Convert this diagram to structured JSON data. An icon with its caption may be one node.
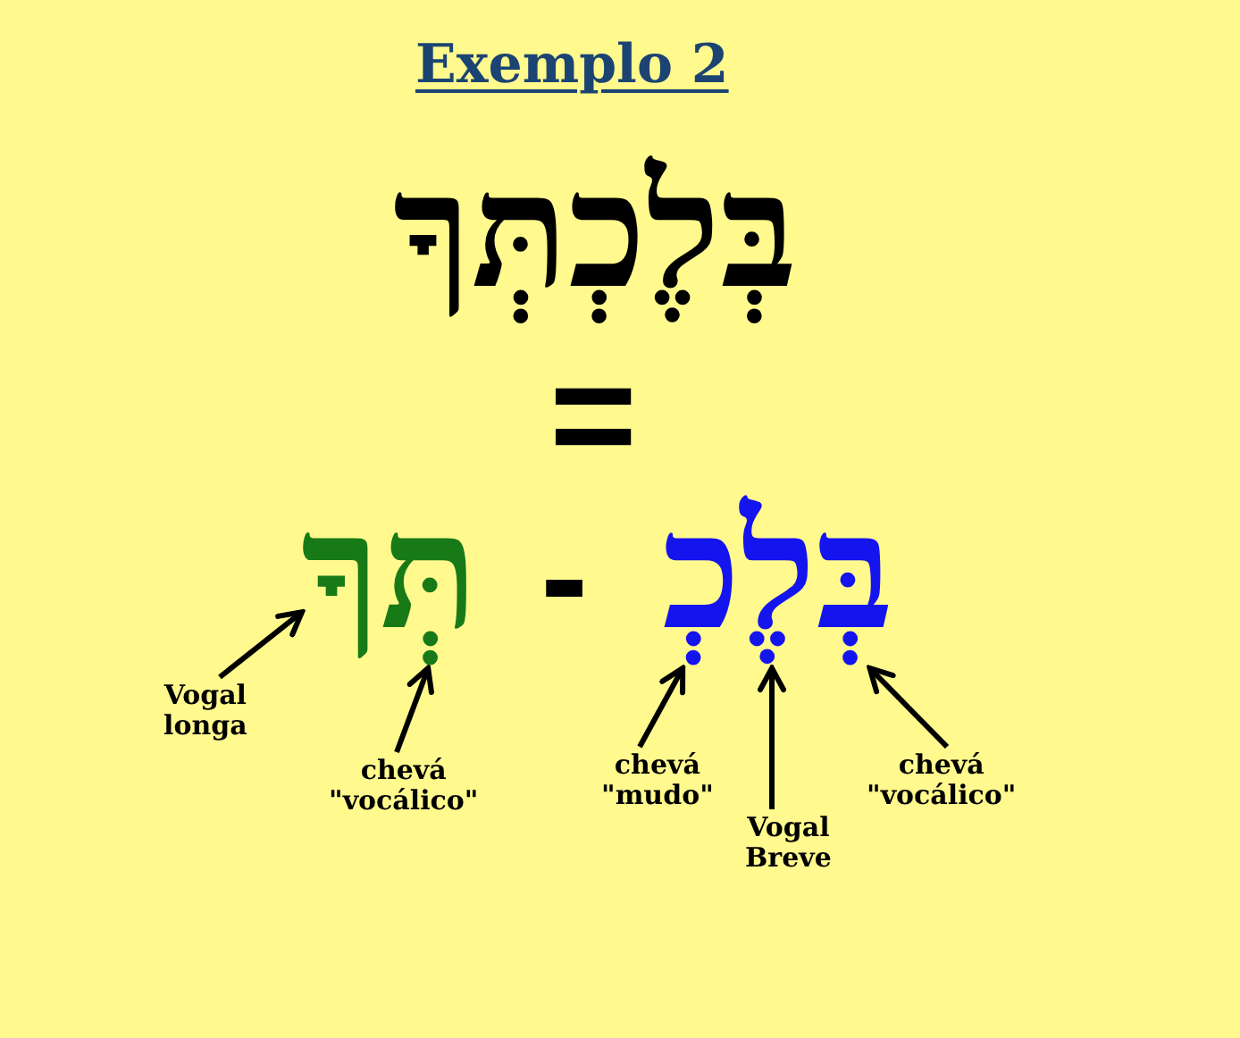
{
  "diagram": {
    "title": "Exemplo 2",
    "nodes": [
      {
        "text": [
          "תְּךָ"
        ]
      },
      {
        "text": [
          "בְּלֶכְ"
        ]
      },
      {
        "text": [
          "Vogal longa"
        ]
      },
      {
        "text": [
          "chevá \"vocálico\""
        ]
      },
      {
        "text": [
          "chevá \"mudo\""
        ]
      },
      {
        "text": [
          "Vogal Breve"
        ]
      },
      {
        "text": [
          "chevá \"vocálico\""
        ]
      }
    ],
    "edges": [
      {
        "from": 2,
        "to": 0,
        "arrow": "to"
      },
      {
        "from": 3,
        "to": 0,
        "arrow": "to"
      },
      {
        "from": 4,
        "to": 1,
        "arrow": "to"
      },
      {
        "from": 5,
        "to": 1,
        "arrow": "to"
      },
      {
        "from": 6,
        "to": 1,
        "arrow": "to"
      }
    ],
    "labels": [
      "בְּלֶכְתְּךָ",
      "=",
      "-"
    ]
  }
}
